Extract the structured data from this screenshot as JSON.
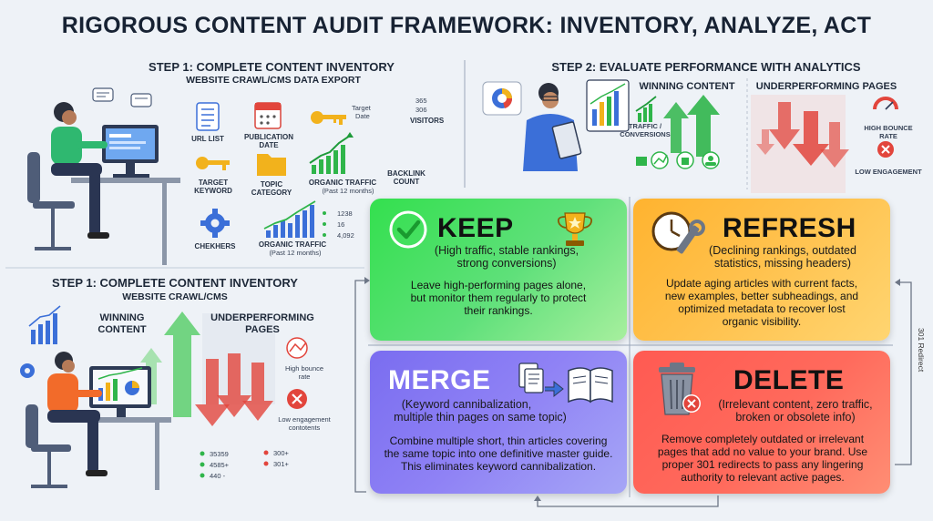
{
  "title": "RIGOROUS CONTENT AUDIT FRAMEWORK: INVENTORY, ANALYZE, ACT",
  "step1_top": {
    "title": "STEP 1: COMPLETE CONTENT INVENTORY",
    "subtitle": "WEBSITE CRAWL/CMS DATA EXPORT",
    "labels": {
      "url_list": "URL LIST",
      "publication_date_1": "PUBLICATION",
      "publication_date_2": "DATE",
      "target_date_1": "Target",
      "target_date_2": "Date",
      "visitors": "VISITORS",
      "visitors_n1": "365",
      "visitors_n2": "306",
      "target_keyword_1": "TARGET",
      "target_keyword_2": "KEYWORD",
      "topic_category_1": "TOPIC",
      "topic_category_2": "CATEGORY",
      "organic_traffic_1a": "ORGANIC TRAFFIC",
      "organic_traffic_1b": "(Past 12 months)",
      "backlink_1": "BACKLINK",
      "backlink_2": "COUNT",
      "chekhers": "CHEKHERS",
      "organic_traffic_2a": "ORGANIC TRAFFIC",
      "organic_traffic_2b": "(Past 12 months)",
      "n1": "1238",
      "n2": "16",
      "n3": "4,092"
    }
  },
  "step1_bottom": {
    "title": "STEP 1: COMPLETE CONTENT INVENTORY",
    "subtitle": "WEBSITE CRAWL/CMS",
    "winning_1": "WINNING",
    "winning_2": "CONTENT",
    "under_1": "UNDERPERFORMING",
    "under_2": "PAGES",
    "bounce_1": "High bounce",
    "bounce_2": "rate",
    "engage_1": "Low engagement",
    "engage_2": "contotents",
    "m1": "35359",
    "m2": "4585+",
    "m3": "440 -",
    "m4": "300+",
    "m5": "301+"
  },
  "step2": {
    "title": "STEP 2: EVALUATE PERFORMANCE WITH ANALYTICS",
    "winning": "WINNING CONTENT",
    "under": "UNDERPERFORMING PAGES",
    "traffic_1": "TRAFFIC /",
    "traffic_2": "CONVERSIONS",
    "bounce_1": "HIGH BOUNCE",
    "bounce_2": "RATE",
    "engage": "LOW ENGAGEMENT"
  },
  "cards": {
    "keep": {
      "title": "KEEP",
      "sub_1": "(High traffic, stable rankings,",
      "sub_2": "strong conversions)",
      "desc_1": "Leave high-performing pages alone,",
      "desc_2": "but monitor them regularly to protect",
      "desc_3": "their rankings."
    },
    "refresh": {
      "title": "REFRESH",
      "sub_1": "(Declining rankings, outdated",
      "sub_2": "statistics, missing headers)",
      "desc_1": "Update aging articles with current facts,",
      "desc_2": "new examples, better subheadings, and",
      "desc_3": "optimized metadata to recover lost",
      "desc_4": "organic visibility."
    },
    "merge": {
      "title": "MERGE",
      "sub_1": "(Keyword cannibalization,",
      "sub_2": "multiple thin pages on same topic)",
      "desc_1": "Combine multiple short, thin articles covering",
      "desc_2": "the same topic into one definitive master guide.",
      "desc_3": "This eliminates keyword cannibalization."
    },
    "delete": {
      "title": "DELETE",
      "sub_1": "(Irrelevant content, zero traffic,",
      "sub_2": "broken or obsolete info)",
      "desc_1": "Remove completely outdated or irrelevant",
      "desc_2": "pages that add no value to your brand. Use",
      "desc_3": "proper 301 redirects to pass any lingering",
      "desc_4": "authority to relevant active pages."
    }
  },
  "redirect_label": "301 Redirect",
  "colors": {
    "keep": "#33e04e",
    "refresh": "#ffb32f",
    "merge": "#7a6df0",
    "delete": "#ff5a52",
    "accent_blue": "#3b6fd8",
    "up_green": "#2fb54a",
    "down_red": "#e2453c"
  }
}
